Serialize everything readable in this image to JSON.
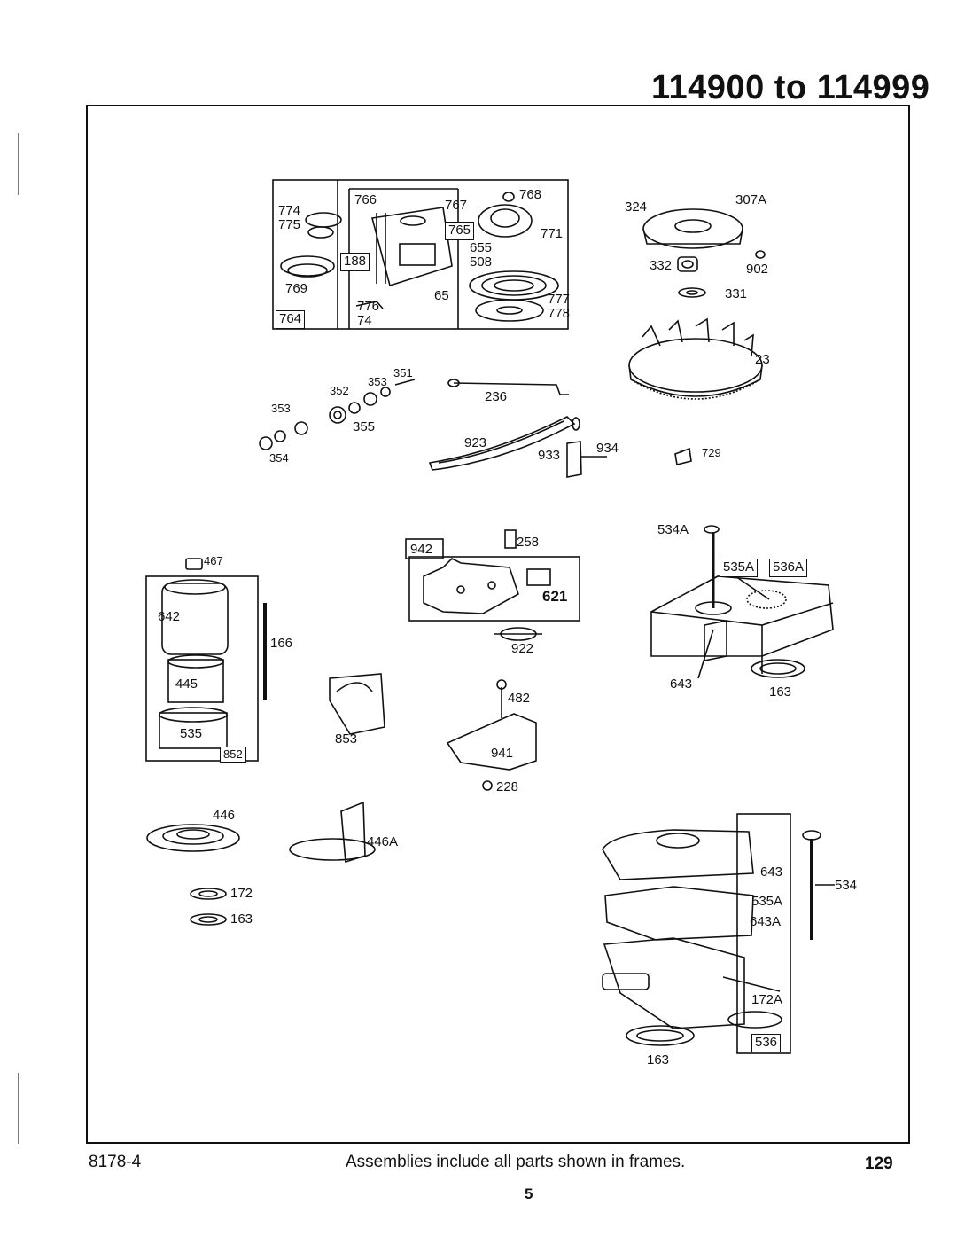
{
  "header": {
    "title": "114900 to 114999"
  },
  "footer": {
    "doc_number": "8178-4",
    "note": "Assemblies include all parts shown in frames.",
    "page_right": "129",
    "page_bottom": "5"
  },
  "parts": {
    "starter": [
      "774",
      "775",
      "766",
      "767",
      "768",
      "765",
      "771",
      "655",
      "508",
      "188",
      "769",
      "777",
      "778",
      "776",
      "74",
      "65",
      "764"
    ],
    "flywheel": [
      "324",
      "307A",
      "332",
      "902",
      "331",
      "23"
    ],
    "linkage": [
      "351",
      "352",
      "353",
      "353",
      "355",
      "354",
      "236",
      "923",
      "933",
      "934",
      "729"
    ],
    "governor": [
      "942",
      "258",
      "621",
      "922"
    ],
    "filter_left": [
      "467",
      "642",
      "166",
      "445",
      "535",
      "852"
    ],
    "misc": [
      "853",
      "482",
      "941",
      "228",
      "446",
      "446A",
      "172",
      "163"
    ],
    "air_cleaner_top": [
      "534A",
      "535A",
      "536A",
      "643",
      "163"
    ],
    "air_cleaner_bottom": [
      "643",
      "535A",
      "643A",
      "534",
      "172A",
      "536",
      "163"
    ]
  }
}
